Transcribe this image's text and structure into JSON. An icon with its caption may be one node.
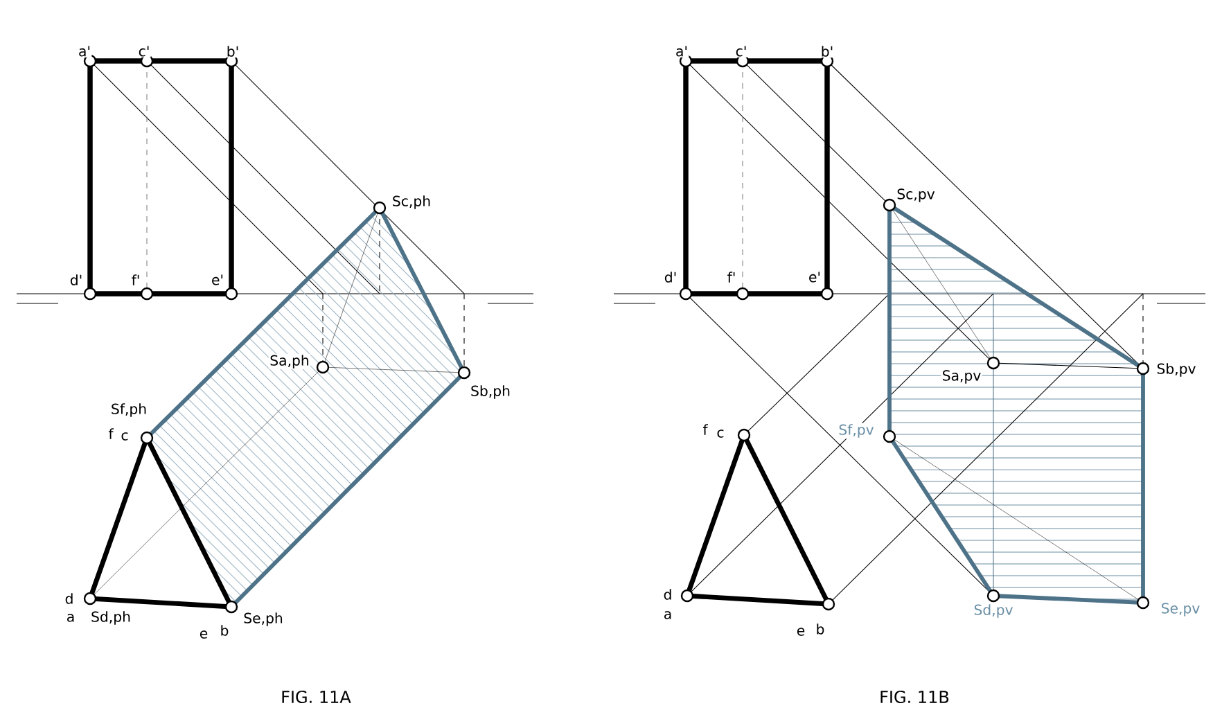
{
  "diagram": {
    "labels": [
      "a'",
      "c'",
      "b'",
      "d'",
      "f'",
      "e'",
      "Sc,ph",
      "Sa,ph",
      "Sb,ph",
      "Sf,ph",
      "f",
      "c",
      "d",
      "a",
      "Sd,ph",
      "Se,ph",
      "e",
      "b",
      "FIG. 11A",
      "a'",
      "c'",
      "b'",
      "d'",
      "f'",
      "e'",
      "Sc,pv",
      "Sa,pv",
      "Sb,pv",
      "f",
      "c",
      "Sf,pv",
      "d",
      "a",
      "Sd,pv",
      "e",
      "b",
      "Se,pv",
      "FIG. 11B"
    ]
  }
}
